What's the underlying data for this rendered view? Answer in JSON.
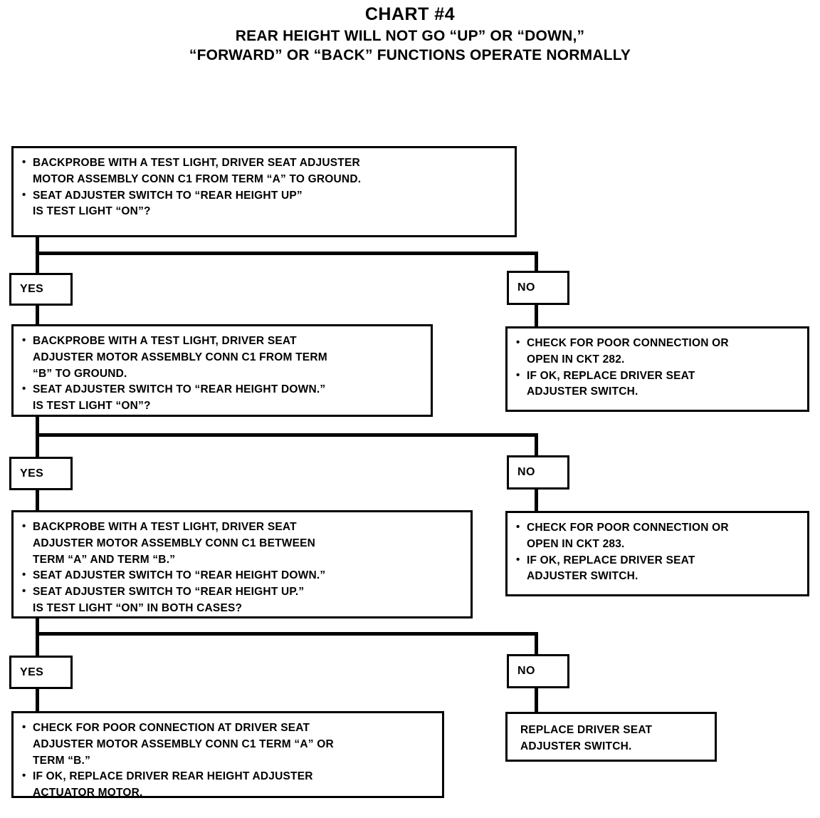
{
  "title": {
    "main": "CHART #4",
    "sub_line1": "REAR HEIGHT WILL NOT GO “UP” OR “DOWN,”",
    "sub_line2": "“FORWARD” OR “BACK” FUNCTIONS OPERATE NORMALLY"
  },
  "labels": {
    "yes": "YES",
    "no": "NO"
  },
  "steps": {
    "step1": {
      "l1": "BACKPROBE WITH A TEST LIGHT, DRIVER SEAT ADJUSTER",
      "l2": "MOTOR ASSEMBLY CONN C1 FROM TERM “A” TO GROUND.",
      "l3": "SEAT ADJUSTER SWITCH TO “REAR HEIGHT UP”",
      "l4": "IS TEST LIGHT “ON”?"
    },
    "step2": {
      "l1": "BACKPROBE WITH A TEST LIGHT, DRIVER SEAT",
      "l2": "ADJUSTER MOTOR ASSEMBLY CONN C1 FROM TERM",
      "l3": "“B” TO GROUND.",
      "l4": "SEAT ADJUSTER SWITCH TO “REAR HEIGHT DOWN.”",
      "l5": "IS TEST LIGHT “ON”?"
    },
    "step3": {
      "l1": "BACKPROBE WITH A TEST LIGHT, DRIVER SEAT",
      "l2": "ADJUSTER MOTOR ASSEMBLY CONN C1 BETWEEN",
      "l3": "TERM “A” AND TERM “B.”",
      "l4": "SEAT ADJUSTER SWITCH TO “REAR HEIGHT DOWN.”",
      "l5": "SEAT ADJUSTER SWITCH TO “REAR HEIGHT UP.”",
      "l6": "IS TEST LIGHT “ON” IN BOTH CASES?"
    },
    "result_yes_final": {
      "l1": "CHECK FOR POOR CONNECTION AT DRIVER SEAT",
      "l2": "ADJUSTER MOTOR ASSEMBLY CONN C1 TERM “A” OR",
      "l3": "TERM “B.”",
      "l4": "IF OK, REPLACE DRIVER REAR HEIGHT ADJUSTER",
      "l5": "ACTUATOR MOTOR."
    },
    "result_no_1": {
      "l1": "CHECK FOR POOR CONNECTION OR",
      "l2": "OPEN IN CKT 282.",
      "l3": "IF OK, REPLACE DRIVER SEAT",
      "l4": "ADJUSTER SWITCH."
    },
    "result_no_2": {
      "l1": "CHECK FOR POOR CONNECTION OR",
      "l2": "OPEN IN CKT 283.",
      "l3": "IF OK, REPLACE DRIVER SEAT",
      "l4": "ADJUSTER SWITCH."
    },
    "result_no_3": {
      "l1": "REPLACE DRIVER SEAT",
      "l2": "ADJUSTER SWITCH."
    }
  },
  "colors": {
    "ink": "#000000",
    "paper": "#ffffff"
  }
}
